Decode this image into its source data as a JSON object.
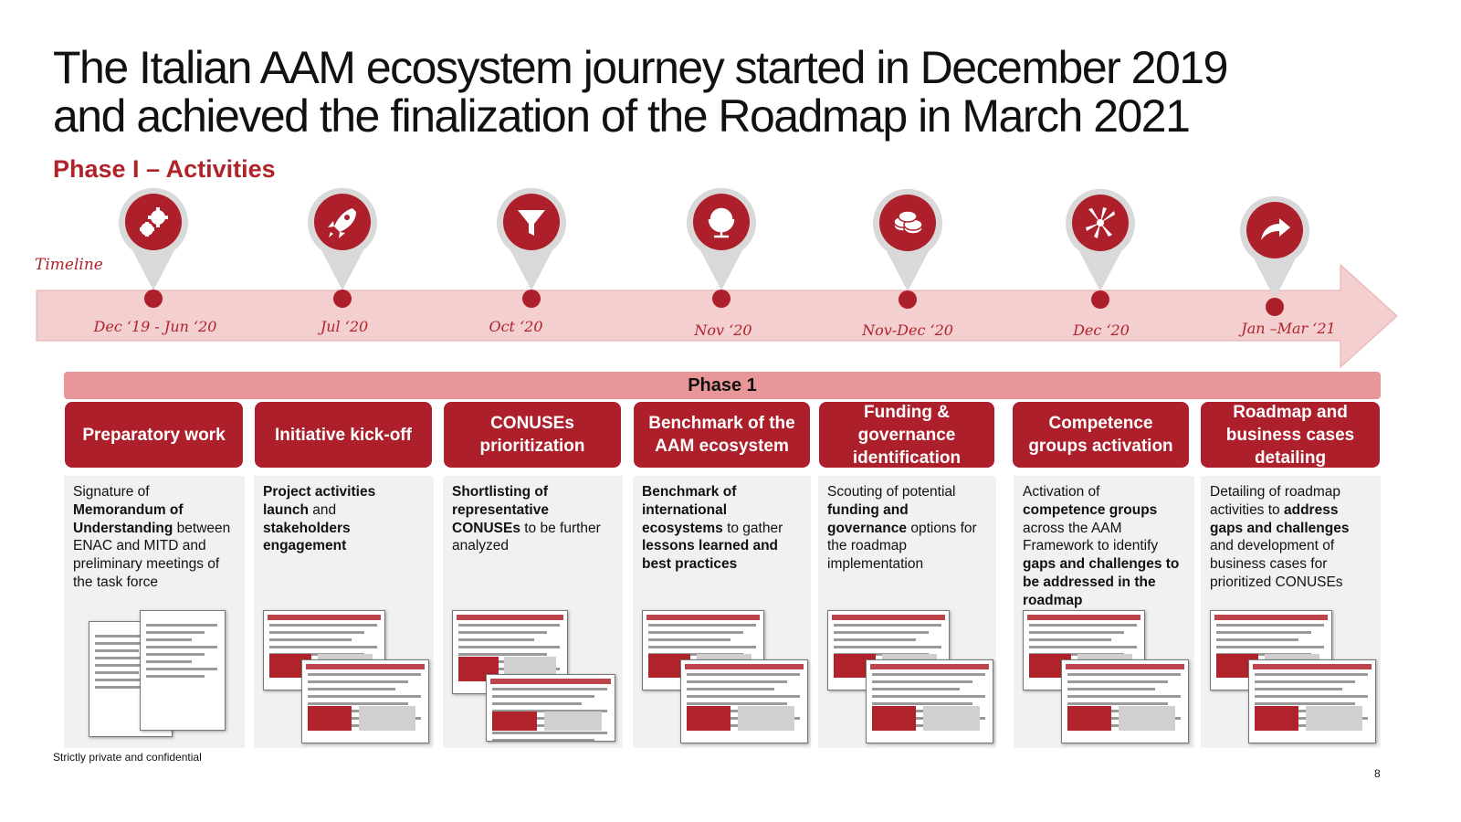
{
  "title": {
    "line1": "The Italian AAM ecosystem journey started in December 2019",
    "line2": "and achieved the finalization of the Roadmap in March 2021"
  },
  "subtitle": "Phase I – Activities",
  "timeline_label": "Timeline",
  "colors": {
    "brand_red": "#ad1f2b",
    "timeline_pink": "#f3cfd0",
    "phase_bar_pink": "#e89697",
    "pin_grey": "#d9d9d9",
    "card_body_grey": "#f1f1f1"
  },
  "milestones": [
    {
      "date": "Dec ‘19 - Jun ‘20",
      "icon": "gears-icon"
    },
    {
      "date": "Jul ‘20",
      "icon": "rocket-icon"
    },
    {
      "date": "Oct ‘20",
      "icon": "funnel-icon"
    },
    {
      "date": "Nov ‘20",
      "icon": "globe-icon"
    },
    {
      "date": "Nov-Dec ‘20",
      "icon": "coins-icon"
    },
    {
      "date": "Dec ‘20",
      "icon": "hands-icon"
    },
    {
      "date": "Jan –Mar ‘21",
      "icon": "forward-arrow-icon"
    }
  ],
  "phase_bar": "Phase 1",
  "cards": [
    {
      "heading": "Preparatory work",
      "body": [
        {
          "t": "Signature of ",
          "b": false
        },
        {
          "t": "Memorandum of Understanding",
          "b": true
        },
        {
          "t": " between ENAC and MITD and preliminary meetings of the task force",
          "b": false
        }
      ]
    },
    {
      "heading": "Initiative kick-off",
      "body": [
        {
          "t": "Project activities launch",
          "b": true
        },
        {
          "t": " and ",
          "b": false
        },
        {
          "t": "stakeholders engagement",
          "b": true
        }
      ]
    },
    {
      "heading": "CONUSEs prioritization",
      "body": [
        {
          "t": "Shortlisting of representative CONUSEs",
          "b": true
        },
        {
          "t": " to be further analyzed",
          "b": false
        }
      ]
    },
    {
      "heading": "Benchmark of the AAM ecosystem",
      "body": [
        {
          "t": "Benchmark of international ecosystems",
          "b": true
        },
        {
          "t": " to gather ",
          "b": false
        },
        {
          "t": "lessons learned and best practices",
          "b": true
        }
      ]
    },
    {
      "heading": "Funding & governance identification",
      "body": [
        {
          "t": "Scouting of potential ",
          "b": false
        },
        {
          "t": "funding and governance",
          "b": true
        },
        {
          "t": " options for the roadmap implementation",
          "b": false
        }
      ]
    },
    {
      "heading": "Competence groups activation",
      "body": [
        {
          "t": "Activation of ",
          "b": false
        },
        {
          "t": "competence groups",
          "b": true
        },
        {
          "t": " across the AAM Framework to identify ",
          "b": false
        },
        {
          "t": "gaps and challenges to be addressed in the roadmap",
          "b": true
        }
      ]
    },
    {
      "heading": "Roadmap and business cases detailing",
      "body": [
        {
          "t": "Detailing of roadmap activities to ",
          "b": false
        },
        {
          "t": "address gaps and challenges",
          "b": true
        },
        {
          "t": " and development of business cases for prioritized CONUSEs",
          "b": false
        }
      ]
    }
  ],
  "footer": {
    "confidential": "Strictly private and confidential",
    "page": "8"
  }
}
